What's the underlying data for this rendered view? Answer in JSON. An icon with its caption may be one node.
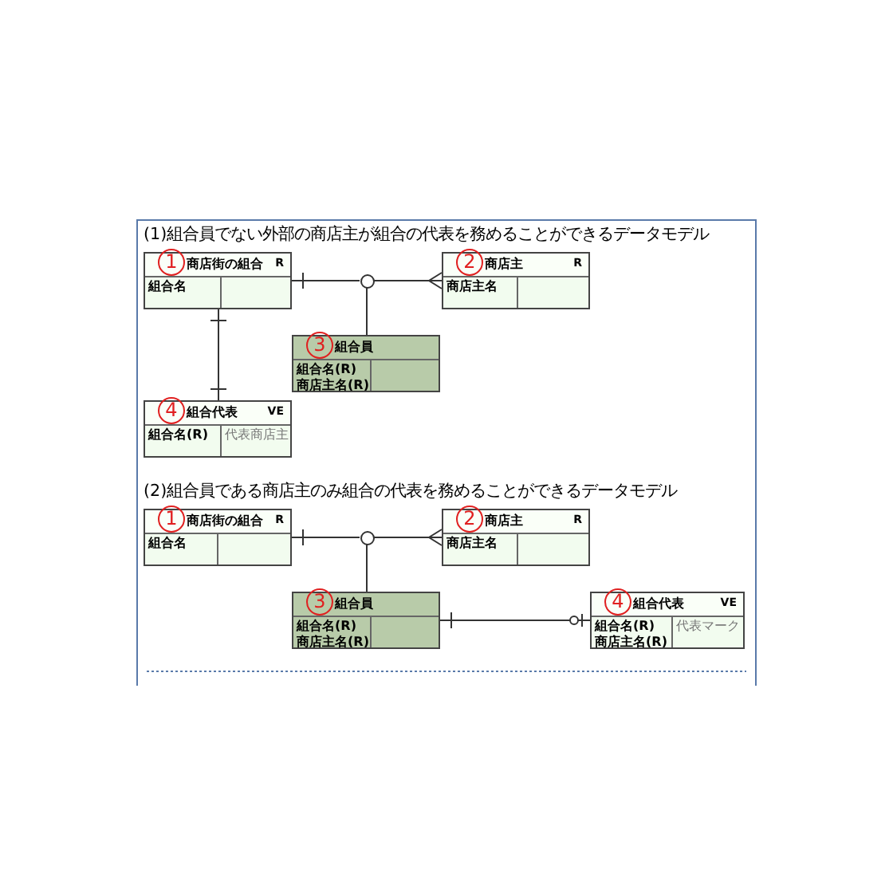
{
  "diagram": {
    "nodes": [
      {
        "text": [
          "1",
          "商店街の組合",
          "R",
          "組合名"
        ]
      },
      {
        "text": [
          "2",
          "商店主",
          "R",
          "商店主名"
        ]
      },
      {
        "text": [],
        "shape": "circle"
      },
      {
        "text": [
          "3",
          "組合員",
          "組合名(R)",
          "商店主名(R)"
        ]
      },
      {
        "text": [
          "4",
          "組合代表",
          "VE",
          "組合名(R)",
          "代表商店主"
        ]
      },
      {
        "text": [
          "1",
          "商店街の組合",
          "R",
          "組合名"
        ]
      },
      {
        "text": [
          "2",
          "商店主",
          "R",
          "商店主名"
        ]
      },
      {
        "text": [],
        "shape": "circle"
      },
      {
        "text": [
          "3",
          "組合員",
          "組合名(R)",
          "商店主名(R)"
        ]
      },
      {
        "text": [
          "4",
          "組合代表",
          "VE",
          "組合名(R)",
          "商店主名(R)",
          "代表マーク"
        ]
      }
    ],
    "edges": [
      {
        "from": 0,
        "to": 2,
        "arrow": "other"
      },
      {
        "from": 2,
        "to": 1,
        "arrow": "other"
      },
      {
        "from": 2,
        "to": 3,
        "arrow": "none"
      },
      {
        "from": 0,
        "to": 4,
        "arrow": "other"
      },
      {
        "from": 5,
        "to": 7,
        "arrow": "other"
      },
      {
        "from": 7,
        "to": 6,
        "arrow": "other"
      },
      {
        "from": 7,
        "to": 8,
        "arrow": "none"
      },
      {
        "from": 8,
        "to": 9,
        "arrow": "other"
      }
    ],
    "labels": [
      "(1)組合員でない外部の商店主が組合の代表を務めることができるデータモデル",
      "(2)組合員である商店主のみ組合の代表を務めることができるデータモデル"
    ]
  }
}
